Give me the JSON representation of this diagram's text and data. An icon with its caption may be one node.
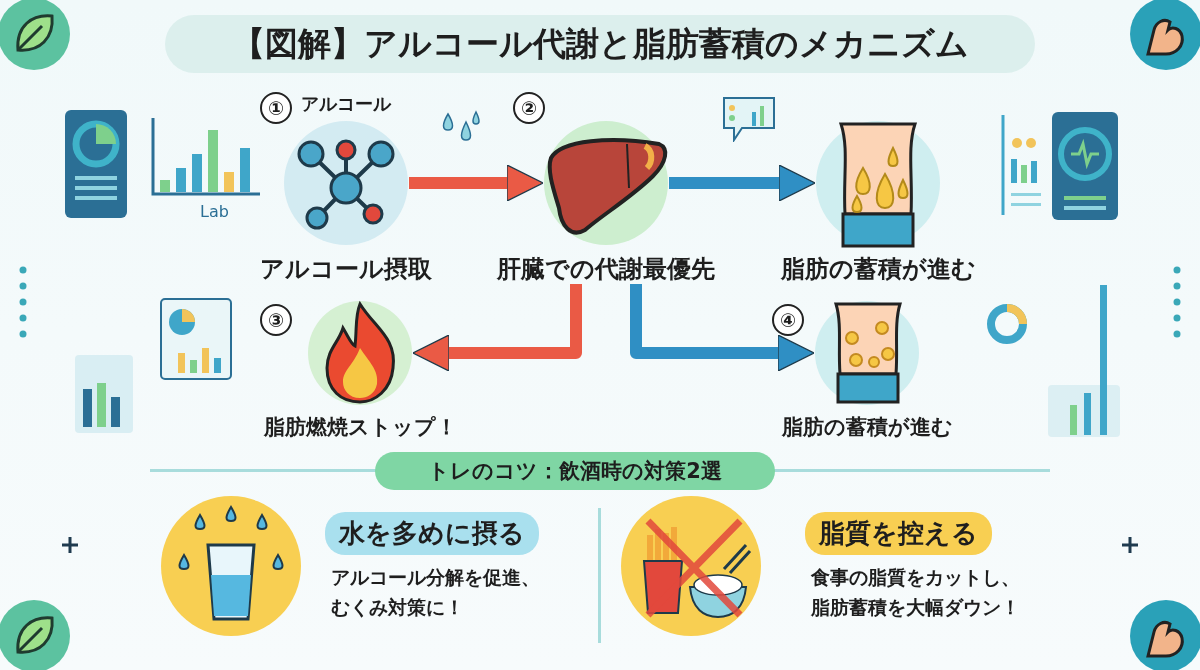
{
  "diagram": {
    "title": "【図解】アルコール代謝と脂肪蓄積のメカニズム",
    "nodes": [
      {
        "text": [
          "①",
          "アルコール",
          "アルコール摂取"
        ]
      },
      {
        "text": [
          "②",
          "肝臓での代謝最優先"
        ]
      },
      {
        "text": [
          "脂肪の蓄積が進む"
        ]
      },
      {
        "text": [
          "③",
          "脂肪燃焼ストップ！"
        ]
      },
      {
        "text": [
          "④",
          "脂肪の蓄積が進む"
        ]
      },
      {
        "text": [
          "トレのコツ：飲酒時の対策2選"
        ]
      },
      {
        "text": [
          "水を多めに摂る",
          "アルコール分解を促進、むくみ対策に！"
        ]
      },
      {
        "text": [
          "脂質を控える",
          "食事の脂質をカットし、脂肪蓄積を大幅ダウン！"
        ]
      }
    ],
    "edges": [
      {
        "from": 0,
        "to": 1,
        "arrow": "to",
        "color": "#ea5a45"
      },
      {
        "from": 1,
        "to": 2,
        "arrow": "to",
        "color": "#2f8fc4"
      },
      {
        "from": 1,
        "to": 3,
        "arrow": "to",
        "color": "#ea5a45"
      },
      {
        "from": 1,
        "to": 4,
        "arrow": "to",
        "color": "#2f8fc4"
      }
    ],
    "labels": [
      "Lab"
    ]
  }
}
